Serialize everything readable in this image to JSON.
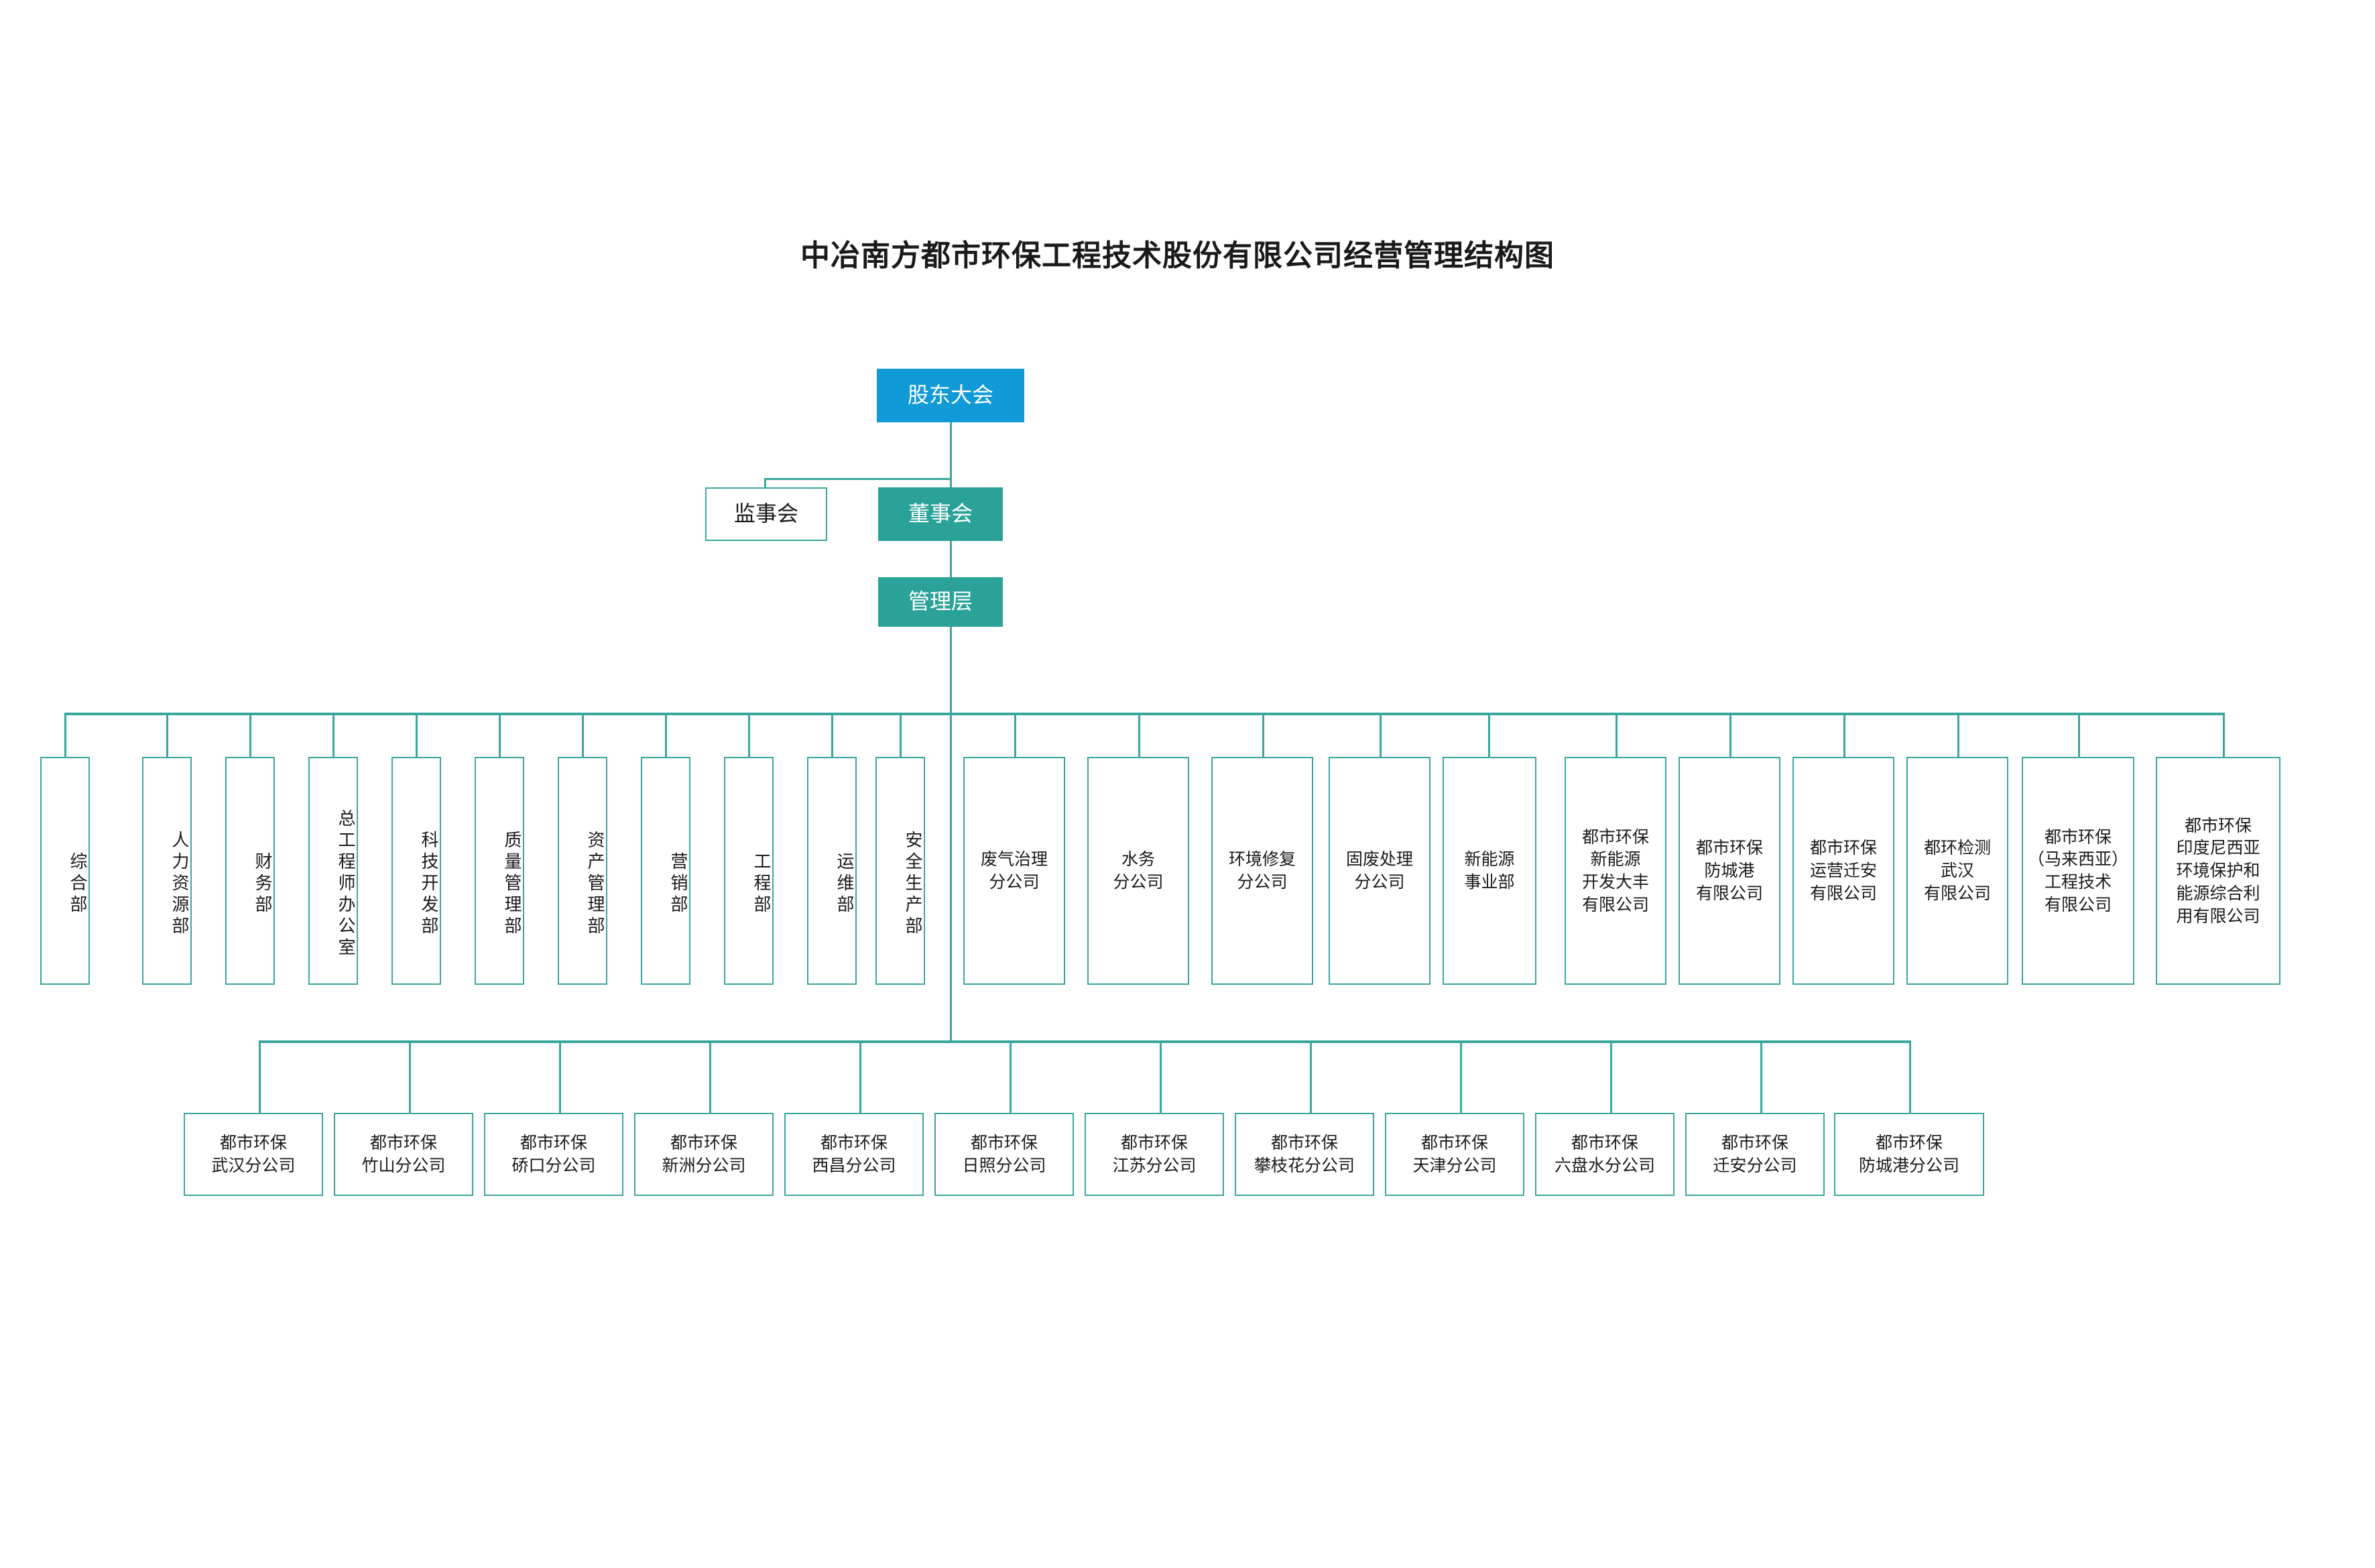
{
  "title": "中冶南方都市环保工程技术股份有限公司经营管理结构图",
  "colors": {
    "accent_blue": "#109AD7",
    "accent_teal": "#2BA298",
    "line": "#3aa79c",
    "box_bg": "#ffffff",
    "text": "#1a1a1a"
  },
  "governance": {
    "shareholders_meeting": "股东大会",
    "supervisory_board": "监事会",
    "board_of_directors": "董事会",
    "management": "管理层"
  },
  "departments": [
    "综合部",
    "人力资源部",
    "财务部",
    "总工程师办公室",
    "科技开发部",
    "质量管理部",
    "资产管理部",
    "营销部",
    "工程部",
    "运维部",
    "安全生产部"
  ],
  "business_units": [
    "废气治理\n分公司",
    "水务\n分公司",
    "环境修复\n分公司",
    "固废处理\n分公司",
    "新能源\n事业部"
  ],
  "subsidiaries": [
    "都市环保\n新能源\n开发大丰\n有限公司",
    "都市环保\n防城港\n有限公司",
    "都市环保\n运营迁安\n有限公司",
    "都环检测\n武汉\n有限公司",
    "都市环保\n（马来西亚）\n工程技术\n有限公司",
    "都市环保\n印度尼西亚\n环境保护和\n能源综合利\n用有限公司"
  ],
  "branches": [
    "都市环保\n武汉分公司",
    "都市环保\n竹山分公司",
    "都市环保\n硚口分公司",
    "都市环保\n新洲分公司",
    "都市环保\n西昌分公司",
    "都市环保\n日照分公司",
    "都市环保\n江苏分公司",
    "都市环保\n攀枝花分公司",
    "都市环保\n天津分公司",
    "都市环保\n六盘水分公司",
    "都市环保\n迁安分公司",
    "都市环保\n防城港分公司"
  ]
}
